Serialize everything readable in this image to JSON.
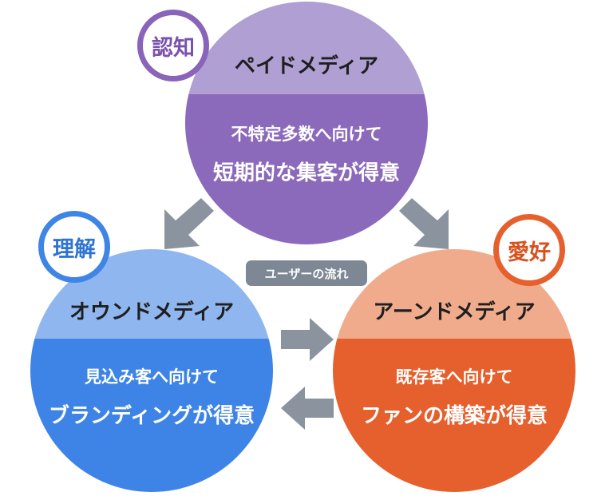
{
  "colors": {
    "paid_light": "#b09fd3",
    "paid_dark": "#8b69bb",
    "owned_light": "#8fb6ee",
    "owned_dark": "#3e84e6",
    "earned_light": "#f0ab8c",
    "earned_dark": "#e5602d",
    "arrow": "#8a939e"
  },
  "paid": {
    "title": "ペイドメディア",
    "line1": "不特定多数へ向けて",
    "line2": "短期的な集客が得意",
    "badge": "認知"
  },
  "owned": {
    "title": "オウンドメディア",
    "line1": "見込み客へ向けて",
    "line2": "ブランディングが得意",
    "badge": "理解"
  },
  "earned": {
    "title": "アーンドメディア",
    "line1": "既存客へ向けて",
    "line2": "ファンの構築が得意",
    "badge": "愛好"
  },
  "flow_label": "ユーザーの流れ",
  "arrows": [
    {
      "name": "arrow-paid-to-owned-icon",
      "direction": "down-left"
    },
    {
      "name": "arrow-paid-to-earned-icon",
      "direction": "down-right"
    },
    {
      "name": "arrow-owned-to-earned-icon",
      "direction": "right"
    },
    {
      "name": "arrow-earned-to-owned-icon",
      "direction": "left"
    }
  ]
}
